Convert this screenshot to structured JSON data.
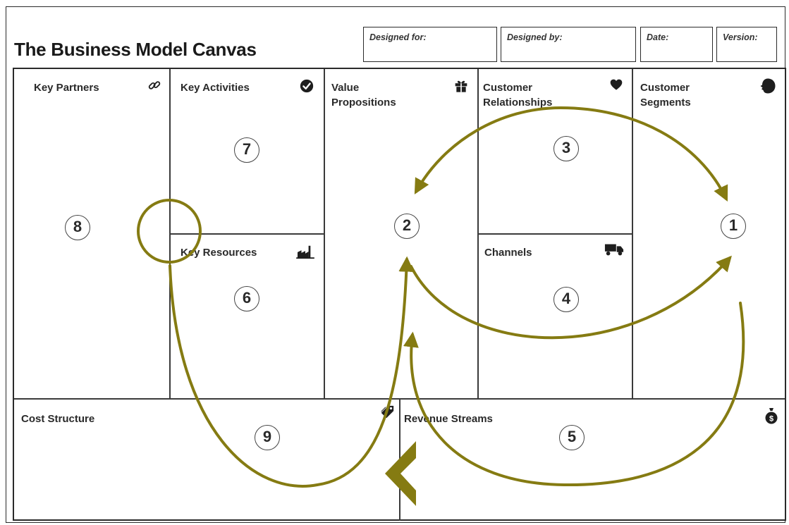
{
  "title": "The Business Model Canvas",
  "header_fields": {
    "designed_for": "Designed for:",
    "designed_by": "Designed by:",
    "date": "Date:",
    "version": "Version:"
  },
  "blocks": {
    "key_partners": {
      "label": "Key Partners",
      "number": "8",
      "icon": "link-icon"
    },
    "key_activities": {
      "label": "Key Activities",
      "number": "7",
      "icon": "check-circle-icon"
    },
    "key_resources": {
      "label": "Key Resources",
      "number": "6",
      "icon": "factory-icon"
    },
    "value_propositions": {
      "label_line1": "Value",
      "label_line2": "Propositions",
      "number": "2",
      "icon": "gift-icon"
    },
    "customer_relationships": {
      "label_line1": "Customer",
      "label_line2": "Relationships",
      "number": "3",
      "icon": "heart-icon"
    },
    "channels": {
      "label": "Channels",
      "number": "4",
      "icon": "truck-icon"
    },
    "customer_segments": {
      "label_line1": "Customer",
      "label_line2": "Segments",
      "number": "1",
      "icon": "user-head-icon"
    },
    "cost_structure": {
      "label": "Cost Structure",
      "number": "9",
      "icon": "tag-icon"
    },
    "revenue_streams": {
      "label": "Revenue Streams",
      "number": "5",
      "icon": "money-bag-icon"
    }
  },
  "colors": {
    "arrow": "#857b12",
    "border": "#2a2a2a",
    "text": "#1e1e1e"
  }
}
